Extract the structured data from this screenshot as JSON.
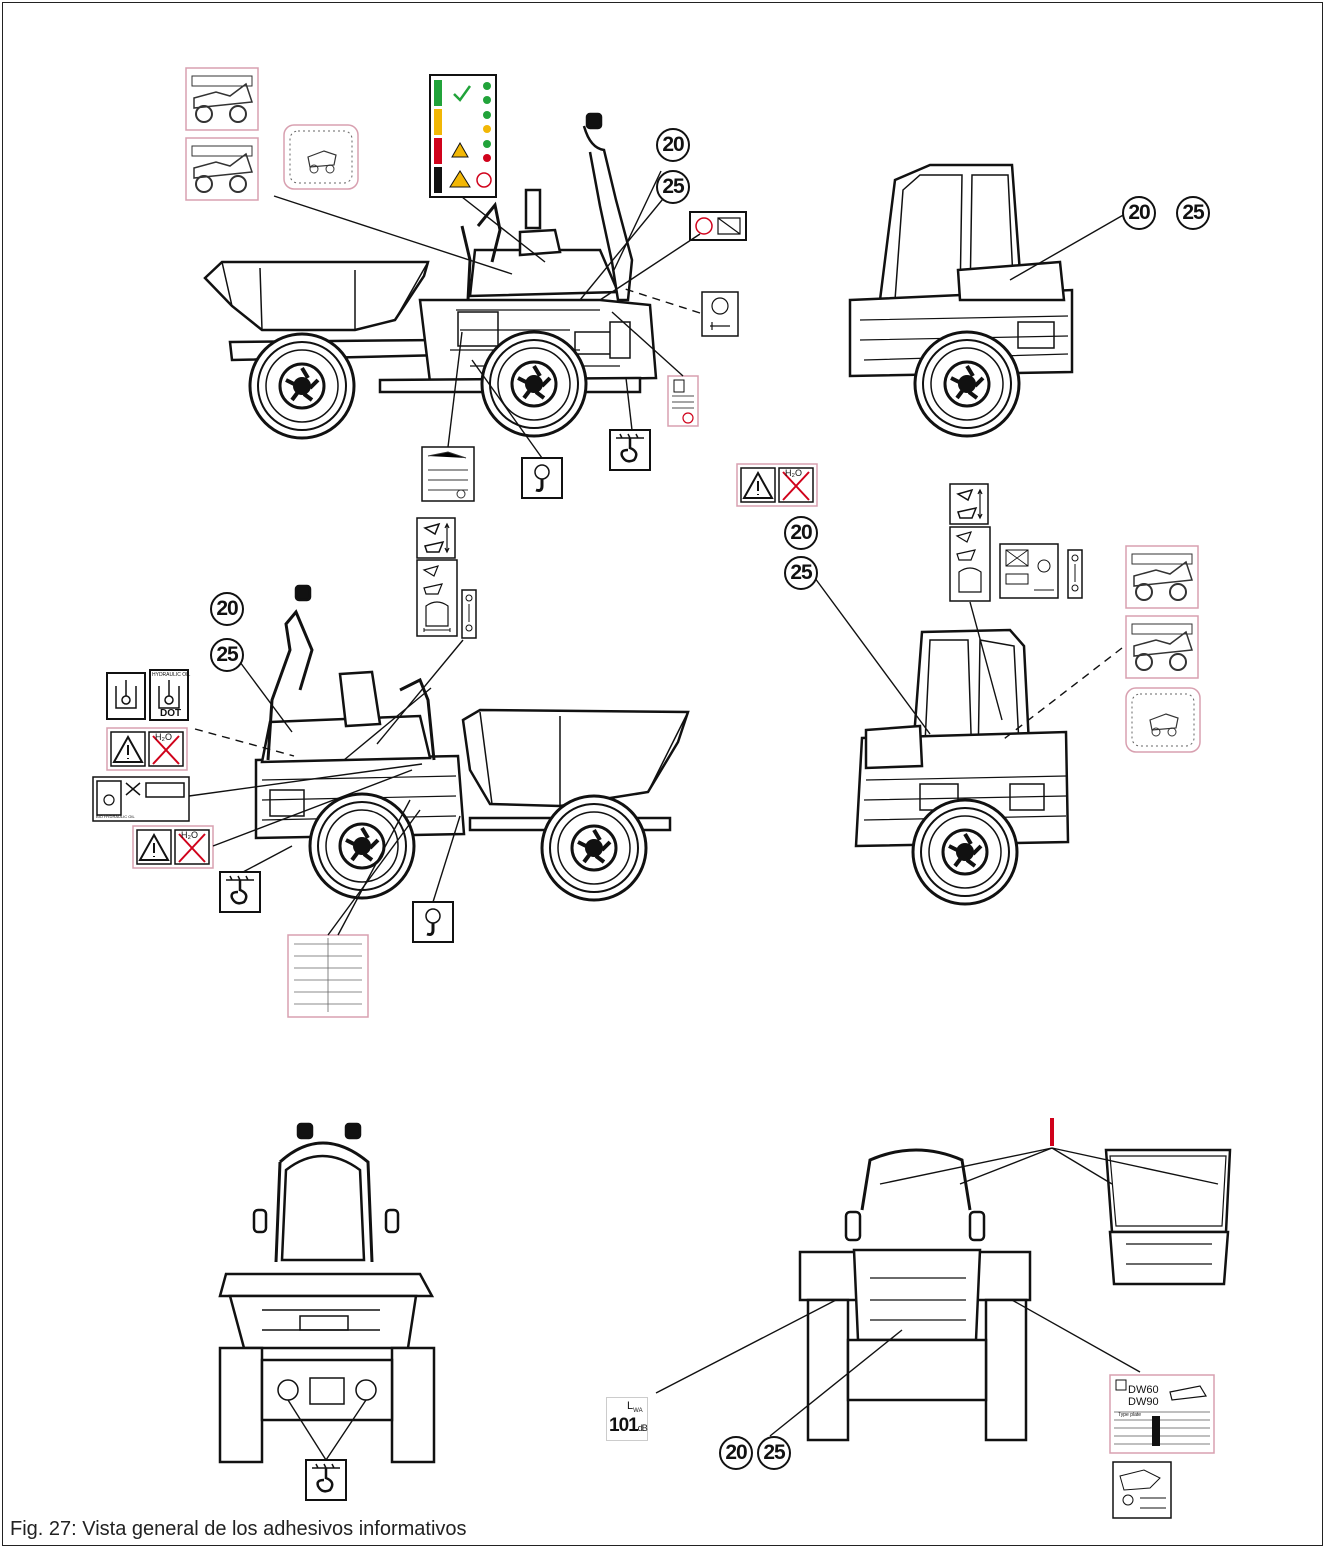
{
  "callouts": {
    "c20": "20",
    "c25": "25"
  },
  "decals": {
    "hydraulic_oil": "HYDRAULIC OIL",
    "water_symbol": "H₂O",
    "dot": "DOT",
    "bio_hydraulic_oil": "BIO HYDRAULIC OIL",
    "noise_label": "L",
    "noise_sub": "WA",
    "noise_value": "101",
    "noise_unit": "dB",
    "model_1": "DW60",
    "model_2": "DW90",
    "type_plate_header": "Type plate"
  },
  "caption": "Fig. 27: Vista general de los adhesivos informativos",
  "colors": {
    "marker": "#d0021b",
    "decal_pink": "#d8a0b0",
    "line": "#111111"
  }
}
